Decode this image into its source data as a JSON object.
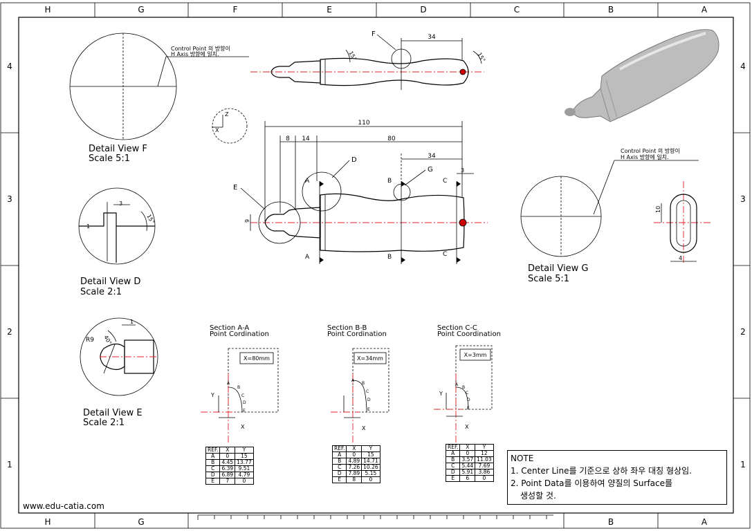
{
  "sheet": {
    "zones_top": [
      "H",
      "G",
      "F",
      "E",
      "D",
      "C",
      "B",
      "A"
    ],
    "zones_bottom": [
      "H",
      "G",
      "",
      "",
      "",
      "",
      "B",
      "A"
    ],
    "rows": [
      "4",
      "3",
      "2",
      "1"
    ]
  },
  "labels": {
    "detail_f_title": "Detail View F",
    "detail_f_scale": "Scale 5:1",
    "detail_d_title": "Detail View D",
    "detail_d_scale": "Scale 2:1",
    "detail_e_title": "Detail View E",
    "detail_e_scale": "Scale 2:1",
    "detail_g_title": "Detail View G",
    "detail_g_scale": "Scale 5:1",
    "cp_note_1": "Control Point 의 방향이",
    "cp_note_2": "H Axis 방향에 일치.",
    "cp_note_g_1": "Control Point 의 방향이",
    "cp_note_g_2": "H Axis 방향에 일치.",
    "website": "www.edu-catia.com"
  },
  "dims": {
    "top_34": "34",
    "top_angle_1": "15°",
    "top_angle_2": "15°",
    "overall_110": "110",
    "dim_80": "80",
    "dim_8": "8",
    "dim_14": "14",
    "dim_34": "34",
    "dim_3": "3",
    "dim_9": "9",
    "d_dim_3": "3",
    "d_dim_1": "1",
    "d_angle": "15°",
    "e_r9": "R9",
    "e_angle": "40°",
    "e_dim_1": "1",
    "g_10": "10",
    "g_4": "4"
  },
  "callouts": {
    "f": "F",
    "d": "D",
    "e": "E",
    "g": "G",
    "sec_a": "A",
    "sec_b": "B",
    "sec_c": "C"
  },
  "axis": {
    "z": "Z",
    "x": "X",
    "y": "Y"
  },
  "sections": [
    {
      "title_1": "Section A-A",
      "title_2": "Point Cordination",
      "x_box": "X=80mm",
      "points": [
        "A",
        "B",
        "C",
        "D",
        "E"
      ],
      "header": [
        "REF.",
        "X",
        "Y"
      ],
      "rows": [
        [
          "A",
          "0",
          "15"
        ],
        [
          "B",
          "4.45",
          "13.77"
        ],
        [
          "C",
          "6.39",
          "9.51"
        ],
        [
          "D",
          "6.89",
          "4.79"
        ],
        [
          "E",
          "7",
          "0"
        ]
      ]
    },
    {
      "title_1": "Section B-B",
      "title_2": "Point Cordination",
      "x_box": "X=34mm",
      "points": [
        "A",
        "B",
        "C",
        "D",
        "E"
      ],
      "header": [
        "REF.",
        "X",
        "Y"
      ],
      "rows": [
        [
          "A",
          "0",
          "15"
        ],
        [
          "B",
          "4.89",
          "14.71"
        ],
        [
          "C",
          "7.26",
          "10.26"
        ],
        [
          "D",
          "7.89",
          "5.15"
        ],
        [
          "E",
          "8",
          "0"
        ]
      ]
    },
    {
      "title_1": "Section C-C",
      "title_2": "Point Coordination",
      "x_box": "X=3mm",
      "points": [
        "A",
        "B",
        "C",
        "D",
        "E"
      ],
      "header": [
        "REF.",
        "X",
        "Y"
      ],
      "rows": [
        [
          "A",
          "0",
          "12"
        ],
        [
          "B",
          "3.57",
          "11.03"
        ],
        [
          "C",
          "5.44",
          "7.69"
        ],
        [
          "D",
          "5.91",
          "3.86"
        ],
        [
          "E",
          "6",
          "0"
        ]
      ]
    }
  ],
  "note": {
    "title": "NOTE",
    "line1": "1. Center Line를 기준으로 상하 좌우 대칭 형상임.",
    "line2": "2. Point Data를 이용하여 양질의 Surface를",
    "line3": "생성할 것."
  },
  "colors": {
    "center_line": "#e0202a",
    "line": "#000000",
    "model_fill": "#b8b8b8"
  }
}
